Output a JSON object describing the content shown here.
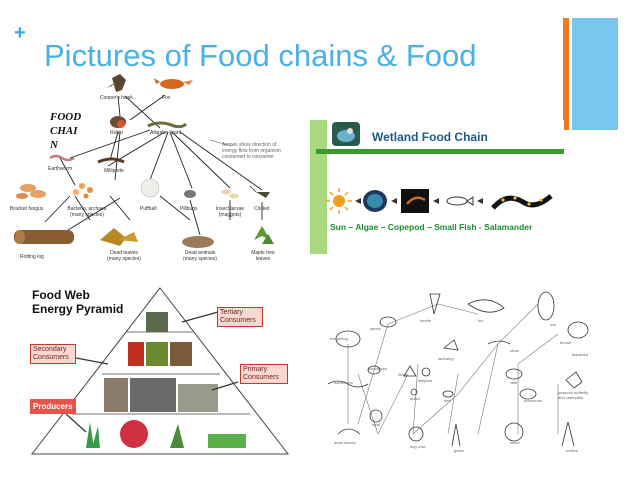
{
  "slide": {
    "title": "Pictures of Food chains & Food",
    "plus_symbol": "+",
    "accent_colors": {
      "title": "#4ab0e6",
      "orange_bar": "#f07b21",
      "blue_bar": "#7bc6ec"
    }
  },
  "food_chain": {
    "heading_lines": [
      "FOOD",
      "CHAI",
      "N"
    ],
    "legend_note": "Arrows show direction of energy flow from organism consumed to consumer",
    "labels": {
      "hawk": "Cooper's hawk",
      "fox": "Fox",
      "robin": "Robin",
      "lizard": "Alligator lizard",
      "earthworm": "Earthworm",
      "millipede": "Millipede",
      "bracket": "Bracket fungus",
      "bacteria": "Bacteria, archaea (many species)",
      "puffball": "Puffball",
      "pillbugs": "Pillbugs",
      "insect": "Insect larvae (maggots)",
      "cricket": "Cricket",
      "log": "Rotting log",
      "leaves": "Dead leaves (many species)",
      "animals": "Dead animals (many species)",
      "maple": "Maple tree leaves"
    }
  },
  "wetland": {
    "title": "Wetland Food Chain",
    "chain_text": "Sun – Algae  –  Copepod – Small Fish - Salamander"
  },
  "pyramid": {
    "title_line1": "Food Web",
    "title_line2": "Energy Pyramid",
    "tertiary": "Tertiary Consumers",
    "secondary": "Secondary Consumers",
    "primary": "Primary Consumers",
    "producers": "Producers"
  },
  "food_web": {
    "labels": {
      "hedgehog": "hedgehog",
      "shrew": "shrew",
      "beetle": "beetle",
      "fox": "fox",
      "owl": "owl",
      "stoat": "stoat",
      "thrush": "thrush",
      "blackbird": "blackbird",
      "earthworm": "earthworm",
      "woodlouse": "woodlouse",
      "fungi": "fungi",
      "ladybird": "ladybird",
      "lacewing": "lacewing",
      "aphid": "aphid",
      "bee": "bee",
      "vole": "vole",
      "dormouse": "dormouse",
      "butterfly": "peacock butterfly and caterpillar",
      "dead_leaves": "dead leaves",
      "snail": "snail",
      "dog_rose": "dog rose",
      "grass": "grass",
      "hazel": "hazel",
      "nettles": "nettles"
    }
  }
}
